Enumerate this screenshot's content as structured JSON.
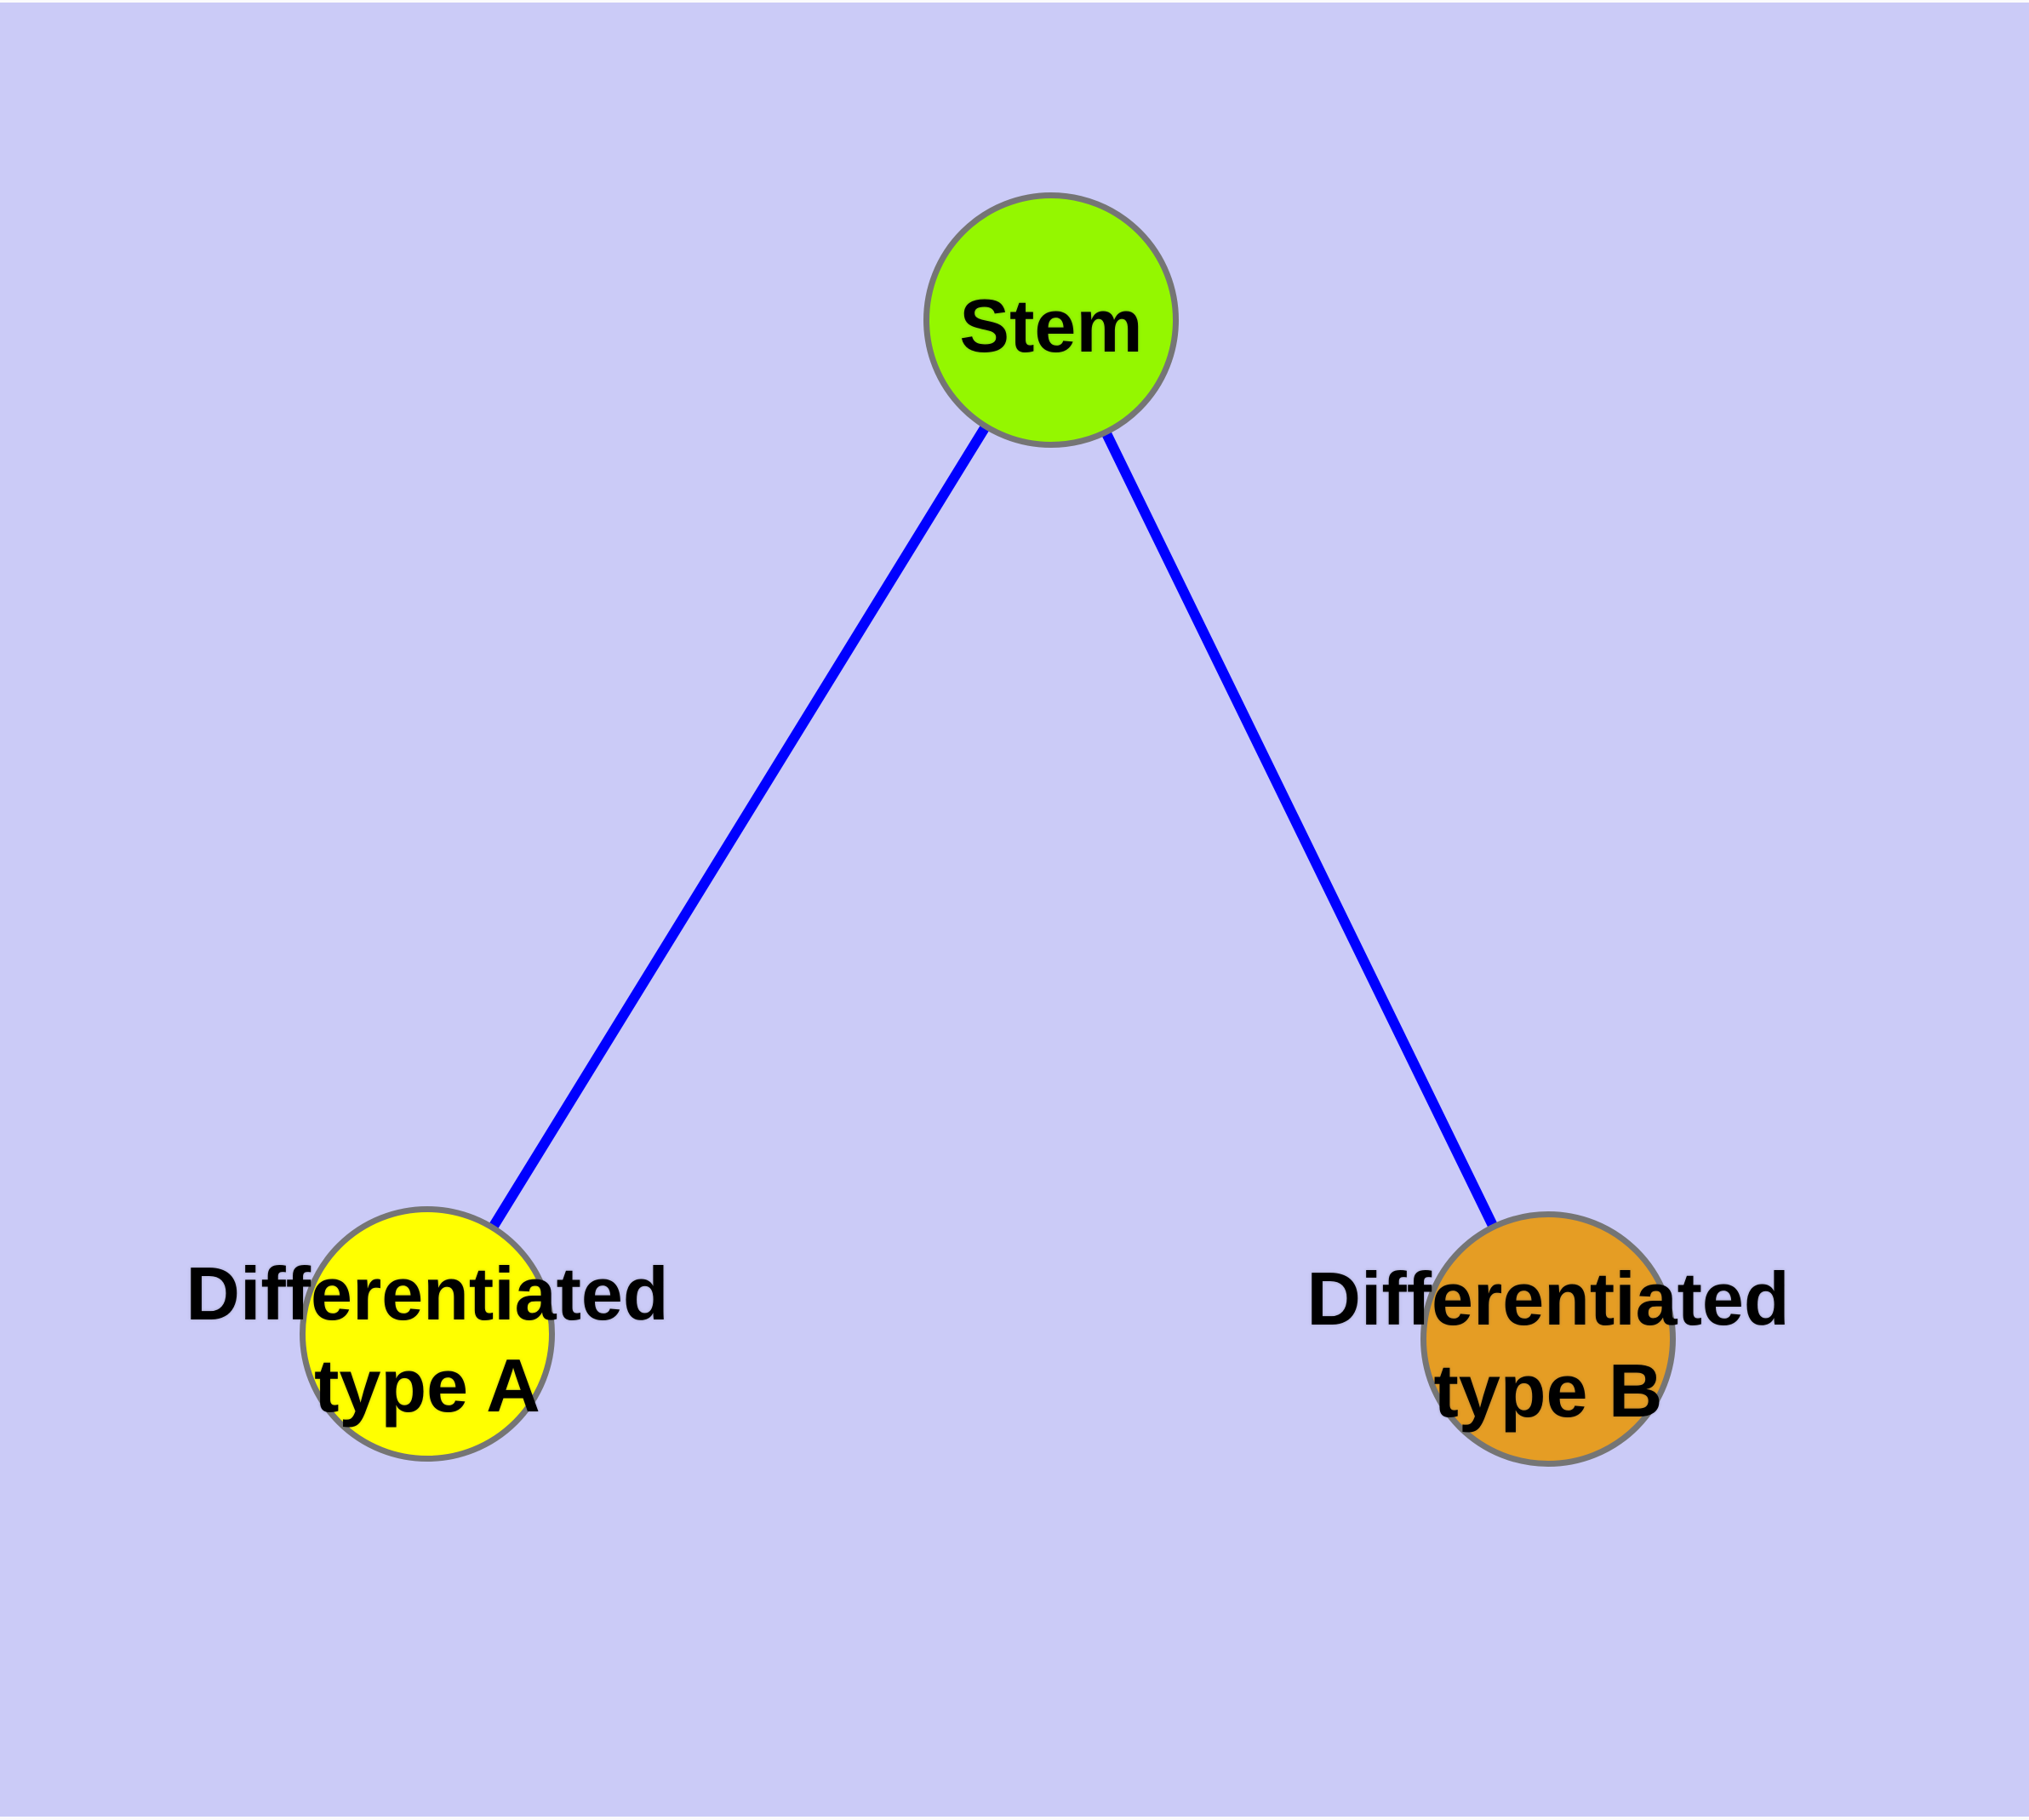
{
  "graph": {
    "background_color": "#CBCBF7",
    "edge_color": "#0000FF",
    "node_border_color": "#757575",
    "text_color": "#000000",
    "nodes": [
      {
        "id": "stem",
        "label": "Stem",
        "fill": "#94F700"
      },
      {
        "id": "differentiated-type-a",
        "label": "Differentiated\ntype A",
        "fill": "#FFFF00"
      },
      {
        "id": "differentiated-type-b",
        "label": "Differentiated\ntype B",
        "fill": "#E59D24"
      }
    ],
    "edges": [
      {
        "from": "stem",
        "to": "differentiated-type-a"
      },
      {
        "from": "stem",
        "to": "differentiated-type-b"
      }
    ]
  }
}
